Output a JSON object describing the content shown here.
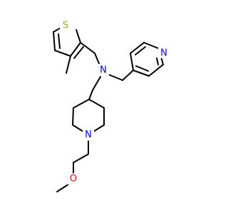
{
  "diagram": {
    "atoms": {
      "sulfur": "S",
      "amine_nitrogen": "N",
      "pyridine_nitrogen": "N",
      "piperidine_nitrogen": "N",
      "ether_oxygen": "O"
    },
    "colors": {
      "bond": "#000000",
      "sulfur": "#b5a400",
      "nitrogen": "#0000ff",
      "oxygen": "#ff0000",
      "background": "#ffffff"
    }
  }
}
